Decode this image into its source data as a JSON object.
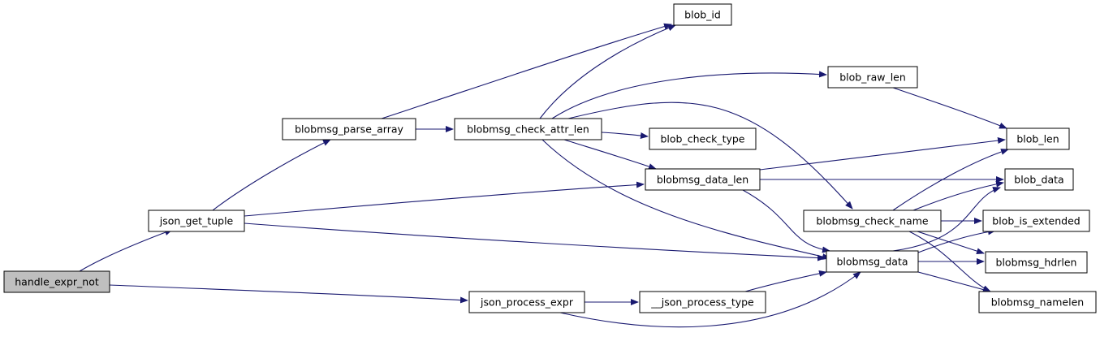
{
  "graph": {
    "type": "call-graph",
    "colors": {
      "edge": "#191970",
      "node_fill": "#ffffff",
      "root_fill": "#bfbfbf",
      "node_border": "#000000"
    },
    "nodes": [
      {
        "id": "handle_expr_not",
        "label": "handle_expr_not",
        "root": true
      },
      {
        "id": "json_get_tuple",
        "label": "json_get_tuple"
      },
      {
        "id": "json_process_expr",
        "label": "json_process_expr"
      },
      {
        "id": "blobmsg_parse_array",
        "label": "blobmsg_parse_array"
      },
      {
        "id": "blobmsg_check_attr_len",
        "label": "blobmsg_check_attr_len"
      },
      {
        "id": "blob_id",
        "label": "blob_id"
      },
      {
        "id": "blob_raw_len",
        "label": "blob_raw_len"
      },
      {
        "id": "blob_check_type",
        "label": "blob_check_type"
      },
      {
        "id": "blobmsg_data_len",
        "label": "blobmsg_data_len"
      },
      {
        "id": "blobmsg_check_name",
        "label": "blobmsg_check_name"
      },
      {
        "id": "blobmsg_data",
        "label": "blobmsg_data"
      },
      {
        "id": "__json_process_type",
        "label": "__json_process_type"
      },
      {
        "id": "blob_len",
        "label": "blob_len"
      },
      {
        "id": "blob_data",
        "label": "blob_data"
      },
      {
        "id": "blob_is_extended",
        "label": "blob_is_extended"
      },
      {
        "id": "blobmsg_hdrlen",
        "label": "blobmsg_hdrlen"
      },
      {
        "id": "blobmsg_namelen",
        "label": "blobmsg_namelen"
      }
    ],
    "edges": [
      {
        "from": "handle_expr_not",
        "to": "json_get_tuple"
      },
      {
        "from": "handle_expr_not",
        "to": "json_process_expr"
      },
      {
        "from": "json_get_tuple",
        "to": "blobmsg_parse_array"
      },
      {
        "from": "json_get_tuple",
        "to": "blobmsg_data_len"
      },
      {
        "from": "json_get_tuple",
        "to": "blobmsg_data"
      },
      {
        "from": "blobmsg_parse_array",
        "to": "blob_id"
      },
      {
        "from": "blobmsg_parse_array",
        "to": "blobmsg_check_attr_len"
      },
      {
        "from": "blobmsg_check_attr_len",
        "to": "blob_id"
      },
      {
        "from": "blobmsg_check_attr_len",
        "to": "blob_raw_len"
      },
      {
        "from": "blobmsg_check_attr_len",
        "to": "blobmsg_check_name"
      },
      {
        "from": "blobmsg_check_attr_len",
        "to": "blob_check_type"
      },
      {
        "from": "blobmsg_check_attr_len",
        "to": "blobmsg_data_len"
      },
      {
        "from": "blobmsg_check_attr_len",
        "to": "blobmsg_data"
      },
      {
        "from": "blob_raw_len",
        "to": "blob_len"
      },
      {
        "from": "blobmsg_data_len",
        "to": "blob_len"
      },
      {
        "from": "blobmsg_data_len",
        "to": "blob_data"
      },
      {
        "from": "blobmsg_data_len",
        "to": "blobmsg_data"
      },
      {
        "from": "blobmsg_check_name",
        "to": "blob_len"
      },
      {
        "from": "blobmsg_check_name",
        "to": "blob_data"
      },
      {
        "from": "blobmsg_check_name",
        "to": "blob_is_extended"
      },
      {
        "from": "blobmsg_check_name",
        "to": "blobmsg_hdrlen"
      },
      {
        "from": "blobmsg_check_name",
        "to": "blobmsg_namelen"
      },
      {
        "from": "blobmsg_data",
        "to": "blob_data"
      },
      {
        "from": "blobmsg_data",
        "to": "blob_is_extended"
      },
      {
        "from": "blobmsg_data",
        "to": "blobmsg_hdrlen"
      },
      {
        "from": "blobmsg_data",
        "to": "blobmsg_namelen"
      },
      {
        "from": "json_process_expr",
        "to": "__json_process_type"
      },
      {
        "from": "json_process_expr",
        "to": "blobmsg_data"
      },
      {
        "from": "__json_process_type",
        "to": "blobmsg_data"
      }
    ]
  }
}
